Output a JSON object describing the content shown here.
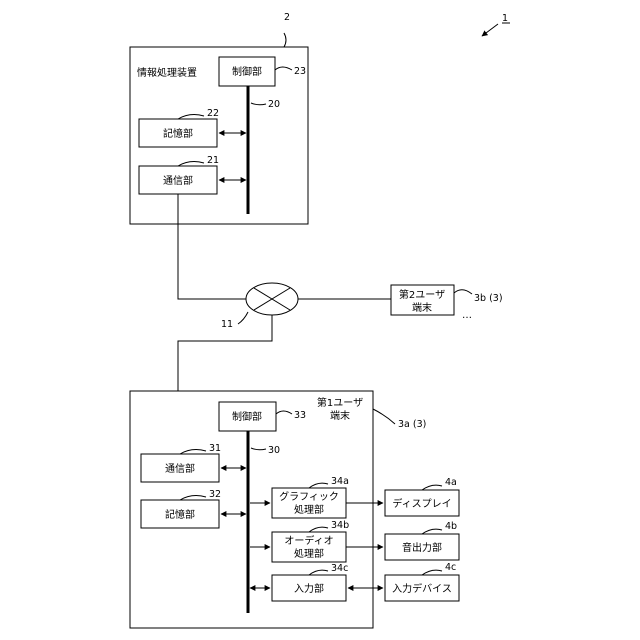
{
  "ref_system": "1",
  "server": {
    "ref": "2",
    "title": "情報処理装置",
    "bus_ref": "20",
    "control": {
      "label": "制御部",
      "ref": "23"
    },
    "storage": {
      "label": "記憶部",
      "ref": "22"
    },
    "comm": {
      "label": "通信部",
      "ref": "21"
    }
  },
  "network": {
    "ref": "11"
  },
  "second_terminal": {
    "line1": "第2ユーザ",
    "line2": "端末",
    "ref": "3b (3)",
    "ellipsis": "…"
  },
  "first_terminal": {
    "line1": "第1ユーザ",
    "line2": "端末",
    "ref": "3a (3)",
    "bus_ref": "30",
    "control": {
      "label": "制御部",
      "ref": "33"
    },
    "comm": {
      "label": "通信部",
      "ref": "31"
    },
    "storage": {
      "label": "記憶部",
      "ref": "32"
    },
    "graphics": {
      "line1": "グラフィック",
      "line2": "処理部",
      "ref": "34a"
    },
    "audio": {
      "line1": "オーディオ",
      "line2": "処理部",
      "ref": "34b"
    },
    "input": {
      "label": "入力部",
      "ref": "34c"
    }
  },
  "display": {
    "label": "ディスプレイ",
    "ref": "4a"
  },
  "sound_out": {
    "label": "音出力部",
    "ref": "4b"
  },
  "input_device": {
    "label": "入力デバイス",
    "ref": "4c"
  }
}
